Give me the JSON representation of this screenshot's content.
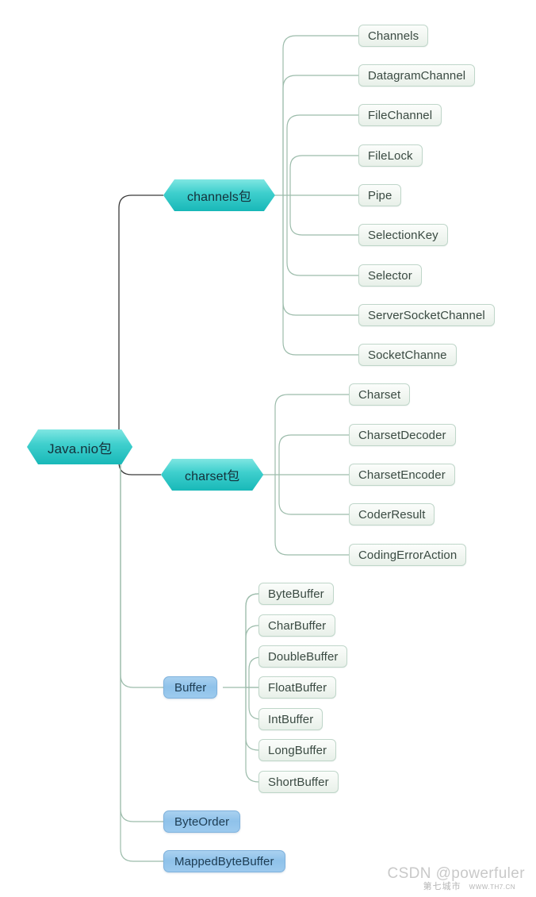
{
  "diagram": {
    "title": "Java.nio包 mind map",
    "root": {
      "label": "Java.nio包",
      "shape": "hexagon",
      "color": "#35cccb"
    },
    "branches": [
      {
        "label": "channels包",
        "shape": "hexagon",
        "color": "#35cccb",
        "children": [
          "Channels",
          "DatagramChannel",
          "FileChannel",
          "FileLock",
          "Pipe",
          "SelectionKey",
          "Selector",
          "ServerSocketChannel",
          "SocketChanne"
        ]
      },
      {
        "label": "charset包",
        "shape": "hexagon",
        "color": "#35cccb",
        "children": [
          "Charset",
          "CharsetDecoder",
          "CharsetEncoder",
          "CoderResult",
          "CodingErrorAction"
        ]
      },
      {
        "label": "Buffer",
        "shape": "rounded-rect",
        "color": "#93c6ec",
        "children": [
          "ByteBuffer",
          "CharBuffer",
          "DoubleBuffer",
          "FloatBuffer",
          "IntBuffer",
          "LongBuffer",
          "ShortBuffer"
        ]
      },
      {
        "label": "ByteOrder",
        "shape": "rounded-rect",
        "color": "#93c6ec",
        "children": []
      },
      {
        "label": "MappedByteBuffer",
        "shape": "rounded-rect",
        "color": "#93c6ec",
        "children": []
      }
    ],
    "colors": {
      "leaf_fill": "#f1f6f1",
      "leaf_border": "#bfd6c9",
      "connector_green": "#9cbcab",
      "connector_dark": "#3a3a3a",
      "blue_fill": "#93c6ec",
      "teal_fill": "#35cccb"
    }
  },
  "watermarks": {
    "csdn": "CSDN @powerfuler",
    "cn_site": "第七城市",
    "cn_url": "WWW.TH7.CN"
  }
}
